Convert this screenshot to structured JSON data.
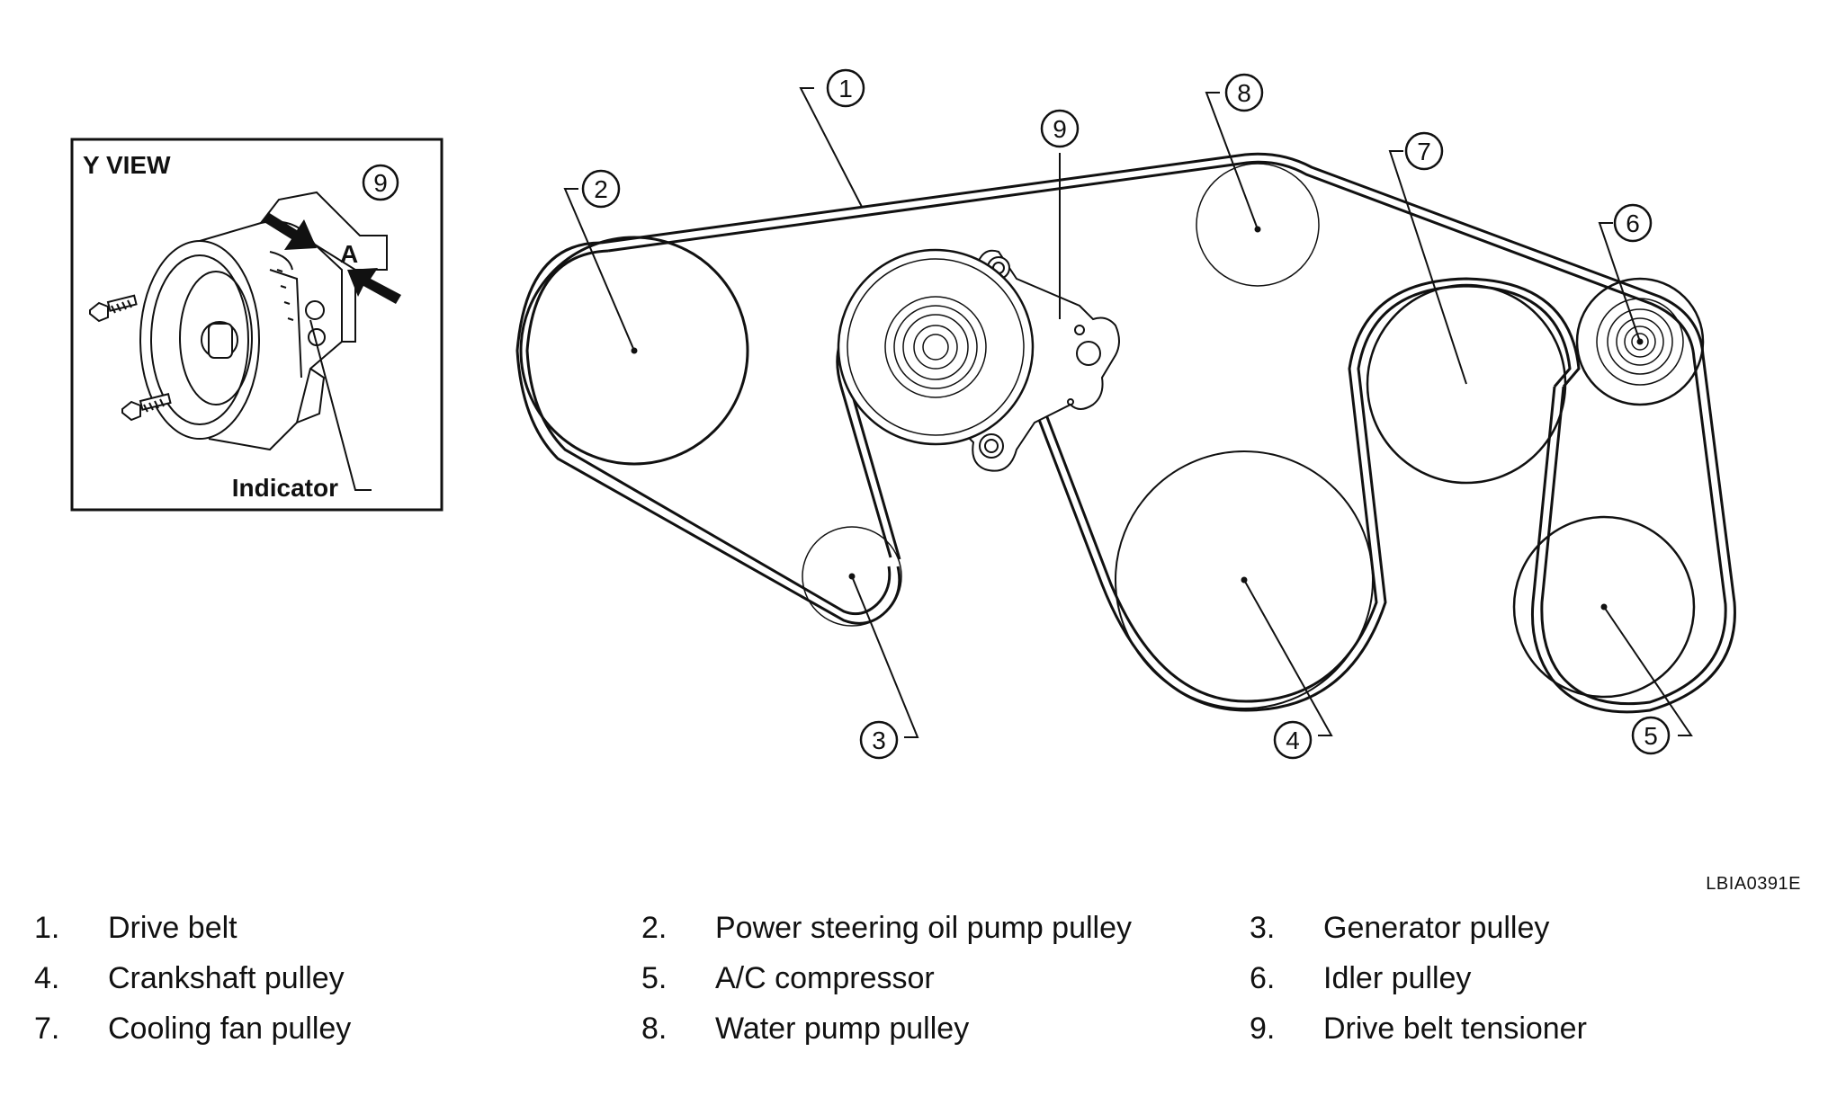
{
  "callouts": {
    "c1": "1",
    "c2": "2",
    "c3": "3",
    "c4": "4",
    "c5": "5",
    "c6": "6",
    "c7": "7",
    "c8": "8",
    "c9": "9"
  },
  "y_view": {
    "title": "Y VIEW",
    "callout": "9",
    "marker": "A",
    "indicator_label": "Indicator"
  },
  "image_code": "LBIA0391E",
  "legend": [
    {
      "num": "1.",
      "label": "Drive belt"
    },
    {
      "num": "2.",
      "label": "Power steering oil pump pulley"
    },
    {
      "num": "3.",
      "label": "Generator pulley"
    },
    {
      "num": "4.",
      "label": "Crankshaft pulley"
    },
    {
      "num": "5.",
      "label": "A/C compressor"
    },
    {
      "num": "6.",
      "label": "Idler pulley"
    },
    {
      "num": "7.",
      "label": "Cooling fan pulley"
    },
    {
      "num": "8.",
      "label": "Water pump pulley"
    },
    {
      "num": "9.",
      "label": "Drive belt tensioner"
    }
  ]
}
